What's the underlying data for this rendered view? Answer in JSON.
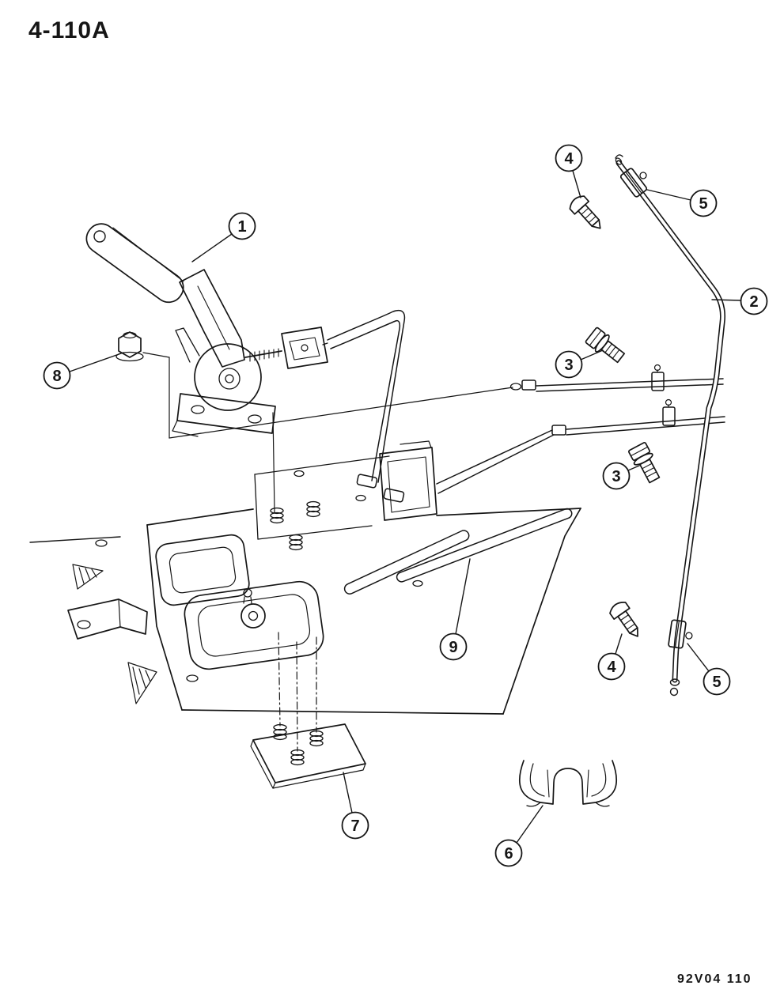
{
  "figure": {
    "title": "4-110A",
    "code": "92V04 110",
    "background": "#ffffff",
    "line_color": "#161616"
  },
  "callouts": [
    {
      "label": "1"
    },
    {
      "label": "2"
    },
    {
      "label": "3"
    },
    {
      "label": "3"
    },
    {
      "label": "4"
    },
    {
      "label": "4"
    },
    {
      "label": "5"
    },
    {
      "label": "5"
    },
    {
      "label": "6"
    },
    {
      "label": "7"
    },
    {
      "label": "8"
    },
    {
      "label": "9"
    }
  ]
}
